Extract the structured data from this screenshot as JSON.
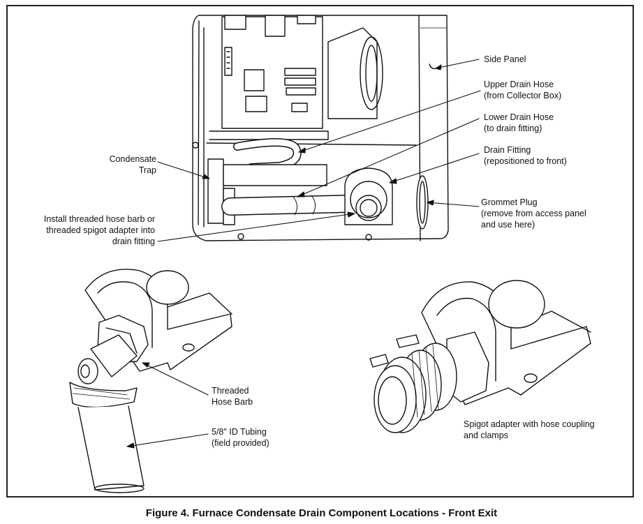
{
  "labels": {
    "side_panel": [
      "Side Panel"
    ],
    "upper_drain_hose": [
      "Upper Drain Hose",
      "(from Collector Box)"
    ],
    "lower_drain_hose": [
      "Lower Drain Hose",
      "(to drain fitting)"
    ],
    "drain_fitting": [
      "Drain Fitting",
      "(repositioned to front)"
    ],
    "grommet_plug": [
      "Grommet Plug",
      "(remove from access panel",
      "and use here)"
    ],
    "condensate_trap": [
      "Condensate",
      "Trap"
    ],
    "install_hose_barb": [
      "Install threaded hose barb or",
      "threaded spigot adapter into",
      "drain fitting"
    ],
    "threaded_hose_barb": [
      "Threaded",
      "Hose Barb"
    ],
    "tubing": [
      "5/8\" ID Tubing",
      "(field provided)"
    ],
    "spigot_adapter": [
      "Spigot adapter with hose coupling",
      "and clamps"
    ]
  },
  "caption": "Figure 4. Furnace Condensate Drain Component Locations - Front Exit"
}
